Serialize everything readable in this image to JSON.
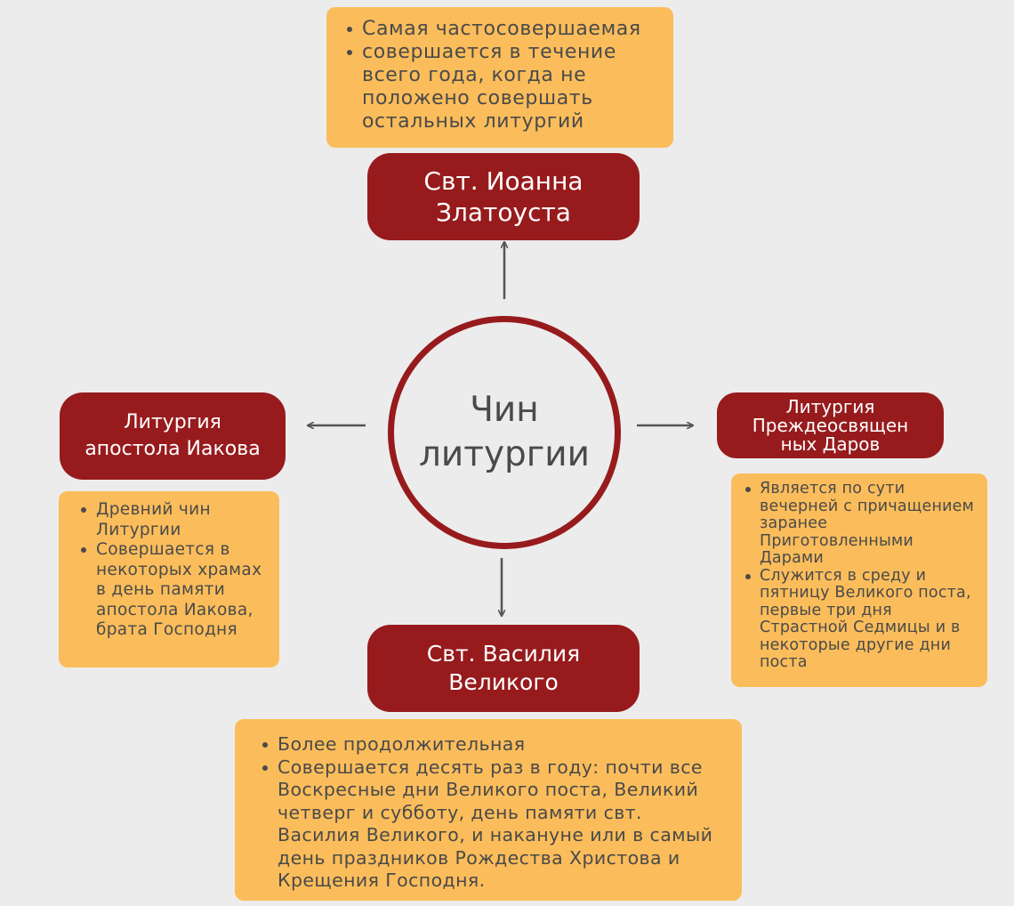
{
  "center": {
    "label": "Чин\nлитургии"
  },
  "nodes": {
    "chrysostom": {
      "title": "Свт. Иоанна\nЗлатоуста",
      "notes": [
        "Самая частосовершаемая",
        "совершается в течение всего года, когда не положено совершать остальных литургий"
      ]
    },
    "james": {
      "title": "Литургия\nапостола Иакова",
      "notes": [
        "Древний чин Литургии",
        "Совершается в некоторых храмах в день памяти апостола Иакова, брата Господня"
      ]
    },
    "presanctified": {
      "title": "Литургия\nПреждеосвящен\nных Даров",
      "notes": [
        "Является по сути вечерней с причащением заранее Приготовленными Дарами",
        "Служится в среду и пятницу Великого поста, первые три дня Страстной Седмицы и в некоторые другие дни поста"
      ]
    },
    "basil": {
      "title": "Свт. Василия\nВеликого",
      "notes": [
        "Более продолжительная",
        "Совершается десять раз в году: почти все Воскресные дни Великого поста, Великий четверг и субботу, день памяти свт. Василия Великого, и накануне или в самый день праздников Рождества Христова и Крещения Господня."
      ]
    }
  },
  "colors": {
    "background": "#ececec",
    "accent": "#971b1d",
    "note": "#fbbd5b",
    "text": "#4a4a4a"
  }
}
